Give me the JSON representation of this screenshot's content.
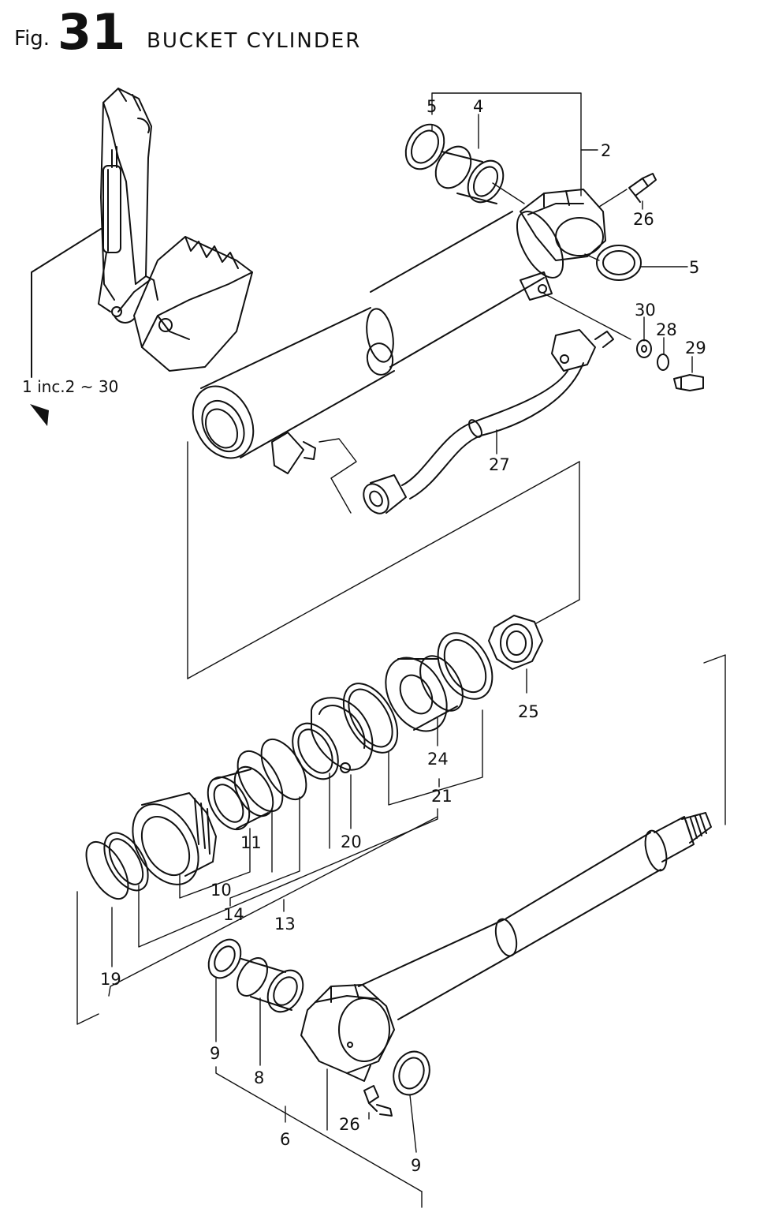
{
  "header": {
    "fig_prefix": "Fig.",
    "fig_number": "31",
    "title": "BUCKET CYLINDER"
  },
  "reference_note": "1 inc.2 ~ 30",
  "callouts": {
    "c2": "2",
    "c4": "4",
    "c5a": "5",
    "c5b": "5",
    "c26a": "26",
    "c30": "30",
    "c28": "28",
    "c29": "29",
    "c27": "27",
    "c25": "25",
    "c24": "24",
    "c21": "21",
    "c20": "20",
    "c11": "11",
    "c10": "10",
    "c14": "14",
    "c13": "13",
    "c19": "19",
    "c9a": "9",
    "c8": "8",
    "c6": "6",
    "c26b": "26",
    "c9b": "9"
  }
}
